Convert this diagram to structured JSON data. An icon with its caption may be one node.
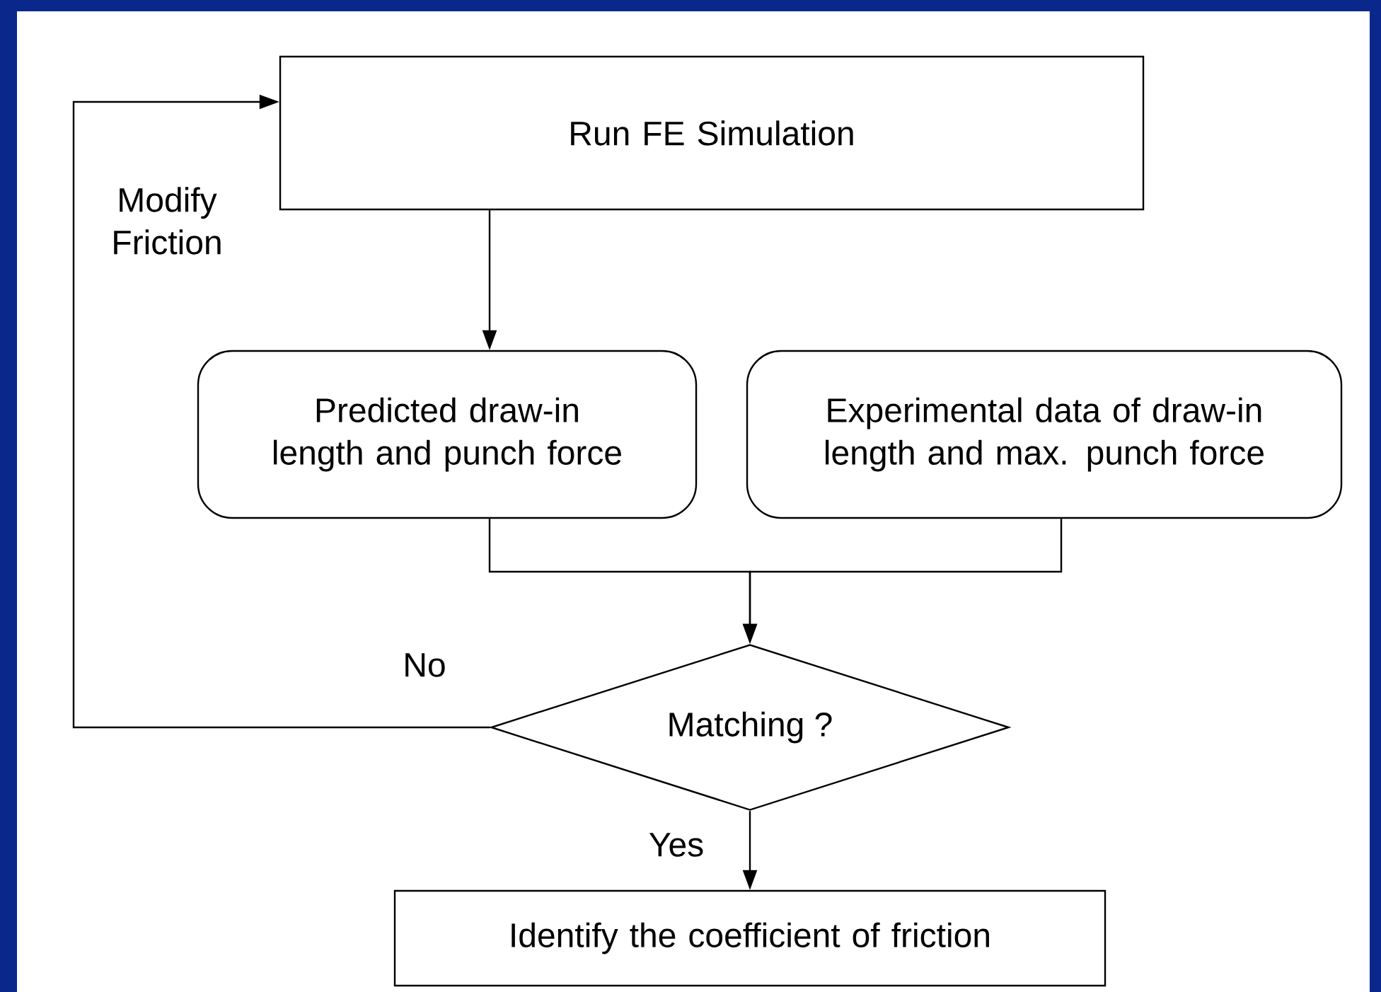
{
  "diagram": {
    "nodes": [
      {
        "text": [
          "Run FE Simulation"
        ]
      },
      {
        "text": [
          "Predicted draw-in length and punch force"
        ]
      },
      {
        "text": [
          "Experimental data of draw-in length and max. punch force"
        ]
      },
      {
        "text": [
          "Matching ?"
        ]
      },
      {
        "text": [
          "Identify the coefficient of friction"
        ]
      }
    ],
    "edges": [
      {
        "from": 0,
        "to": 1,
        "arrow": "to"
      },
      {
        "from": 1,
        "to": 3,
        "arrow": "to"
      },
      {
        "from": 2,
        "to": 3,
        "arrow": "to"
      },
      {
        "from": 3,
        "to": 0,
        "arrow": "to",
        "label": "No"
      },
      {
        "from": 3,
        "to": 4,
        "arrow": "to",
        "label": "Yes"
      }
    ],
    "labels": [
      "Modify Friction"
    ]
  }
}
